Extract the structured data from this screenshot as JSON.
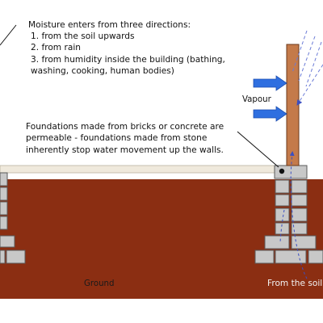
{
  "moisture_note": {
    "heading": "Moisture enters from three directions:",
    "items": [
      "1. from the soil upwards",
      "2. from rain",
      "3. from humidity inside the building (bathing,",
      "washing, cooking, human bodies)"
    ]
  },
  "foundation_note": {
    "lines": [
      "Foundations made from bricks or concrete are",
      "permeable - foundations made from stone",
      "inherently stop water movement up the walls."
    ]
  },
  "labels": {
    "vapour": "Vapour",
    "ground": "Ground",
    "from_soil": "From the soil"
  },
  "colors": {
    "soil": "#8b2e12",
    "brick": "#c8c8c8",
    "mortar": "#5a5a5a",
    "floor_slab": "#efe9dc",
    "timber_post": "#c47a4a",
    "vapour_arrow": "#2f6fe0",
    "rain_lines": "#6b7bd6"
  }
}
